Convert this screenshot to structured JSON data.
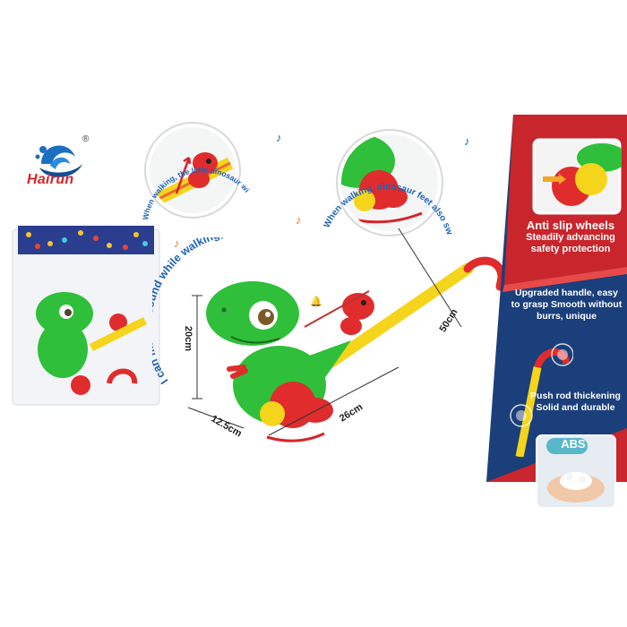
{
  "brand": {
    "name": "Hairun",
    "registered": "®",
    "logo_icon": "wave-logo-icon"
  },
  "callouts": {
    "climb": "When walking, the little dinosaur will also climb up and down~",
    "sway": "When walking, dinosaur feet also sway back and forth~",
    "sound": "I can make a sound while walking,ding~"
  },
  "dimensions": {
    "height": "20cm",
    "depth": "12.5cm",
    "length": "26cm",
    "handle": "50cm"
  },
  "features": {
    "anti_slip": "Anti slip wheels",
    "anti_slip_desc": [
      "Steadily advancing",
      "safety protection"
    ],
    "handle": [
      "Upgraded handle, easy",
      "to grasp Smooth without",
      "burrs, unique"
    ],
    "push_rod": [
      "Push rod thickening",
      "Solid and durable"
    ],
    "material": "ABS"
  },
  "colors": {
    "accent_red": "#c8252c",
    "panel_blue": "#1b3f7a",
    "text_blue": "#1d63b5",
    "dino_green": "#2fbf3a",
    "rod_yellow": "#f5d41c"
  }
}
